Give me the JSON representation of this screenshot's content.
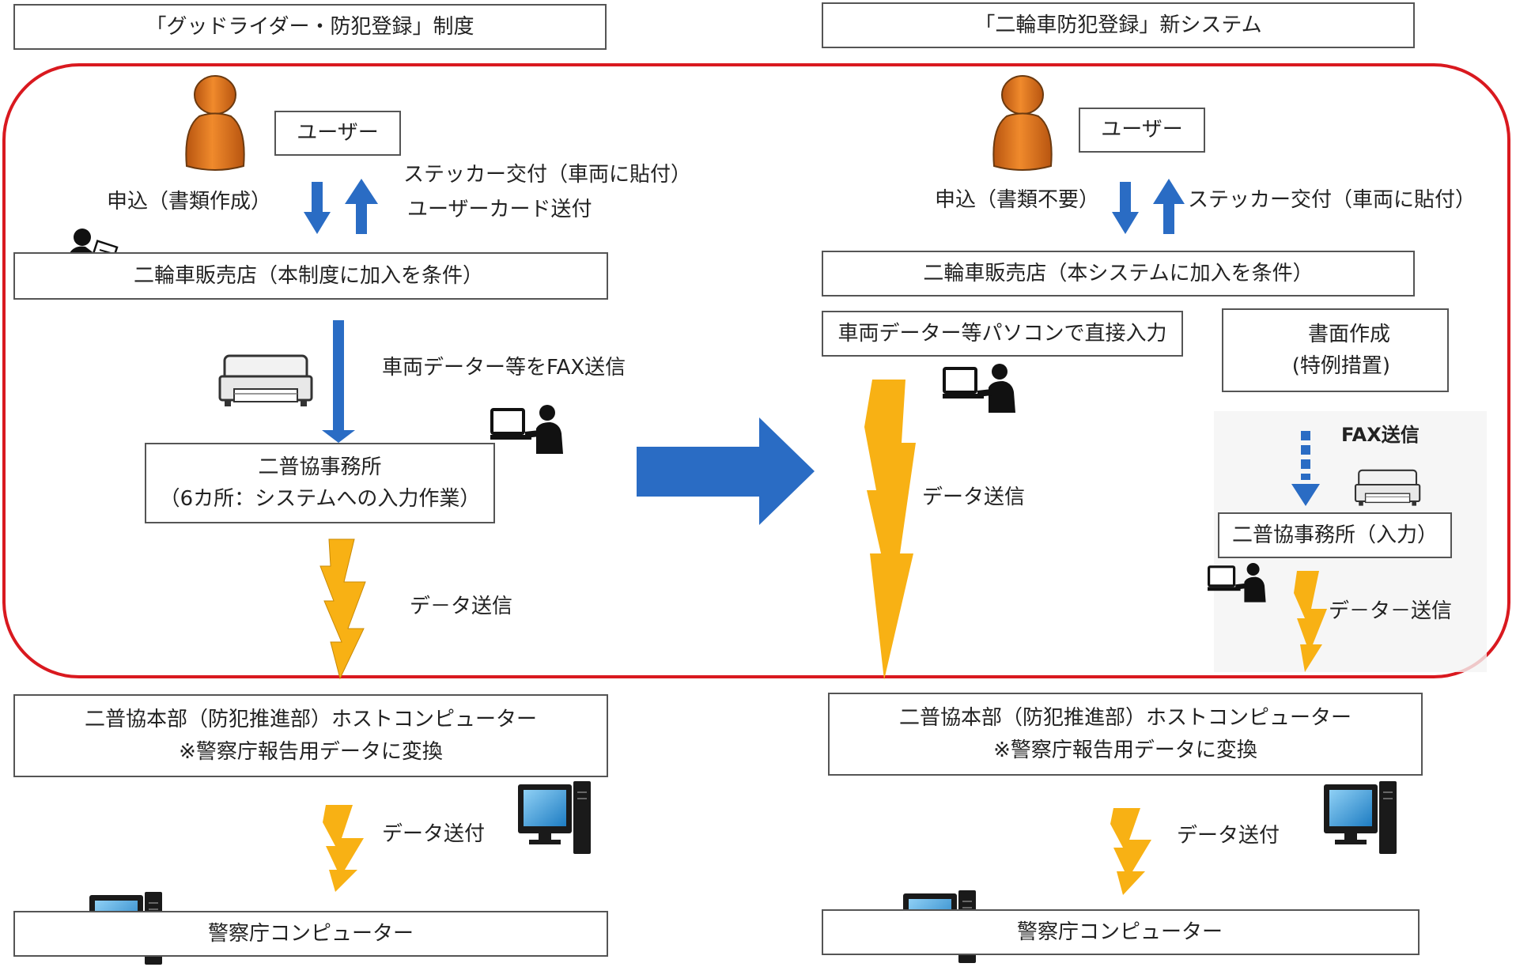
{
  "left": {
    "header": "「グッドライダー・防犯登録」制度",
    "user_label": "ユーザー",
    "apply_text": "申込（書類作成）",
    "sticker_text": "ステッカー交付（車両に貼付）",
    "card_text": "ユーザーカード送付",
    "shop_text": "二輪車販売店（本制度に加入を条件）",
    "fax_text": "車両データー等をFAX送信",
    "office_line1": "二普協事務所",
    "office_line2": "（6カ所：システムへの入力作業）",
    "data_send": "デ－タ送信",
    "hq_line1": "二普協本部（防犯推進部）ホストコンピューター",
    "hq_line2": "※警察庁報告用データに変換",
    "data_forward": "データ送付",
    "police": "警察庁コンピューター"
  },
  "right": {
    "header": "「二輪車防犯登録」新システム",
    "user_label": "ユーザー",
    "apply_text": "申込（書類不要）",
    "sticker_text": "ステッカー交付（車両に貼付）",
    "shop_text": "二輪車販売店（本システムに加入を条件）",
    "direct_input": "車両データー等パソコンで直接入力",
    "docs_line1": "書面作成",
    "docs_line2": "(特例措置)",
    "fax_send": "FAX送信",
    "data_send": "データ送信",
    "office_input": "二普協事務所（入力）",
    "data_send2": "デ－タ－送信",
    "hq_line1": "二普協本部（防犯推進部）ホストコンピューター",
    "hq_line2": "※警察庁報告用データに変換",
    "data_forward": "データ送付",
    "police": "警察庁コンピューター"
  },
  "colors": {
    "frame": "#d9191f",
    "arrow_blue": "#2a6cc4",
    "bolt_yellow": "#f8b114",
    "person_orange": "#e0741c",
    "monitor_blue": "#2f8fd0"
  }
}
